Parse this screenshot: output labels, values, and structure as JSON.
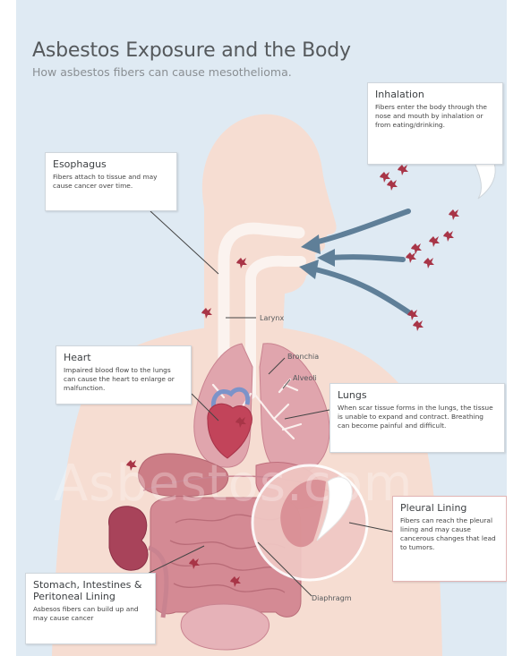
{
  "title": "Asbestos Exposure and the Body",
  "subtitle": "How asbestos fibers can cause mesothelioma.",
  "watermark": "Asbestos.com",
  "colors": {
    "background": "#dfeaf3",
    "skin": "#f6ddd2",
    "organ": "#d8909a",
    "organ_dark": "#bf6f7d",
    "arrow": "#5f7f98",
    "fiber": "#a83547"
  },
  "callouts": {
    "inhalation": {
      "title": "Inhalation",
      "text": "Fibers enter the body through the nose and mouth by inhalation or from eating/drinking."
    },
    "esophagus": {
      "title": "Esophagus",
      "text": "Fibers attach to tissue and may cause cancer over time."
    },
    "heart": {
      "title": "Heart",
      "text": "Impaired blood flow to the lungs can cause the heart to enlarge or malfunction."
    },
    "lungs": {
      "title": "Lungs",
      "text": "When scar tissue forms in the lungs, the tissue is unable to expand and contract. Breathing can become painful and difficult."
    },
    "pleural": {
      "title": "Pleural Lining",
      "text": "Fibers can reach the pleural lining and may cause cancerous changes that lead to tumors."
    },
    "stomach": {
      "title": "Stomach, Intestines & Peritoneal Lining",
      "text": "Asbesos fibers can build up and may cause cancer"
    }
  },
  "labels": {
    "larynx": "Larynx",
    "bronchia": "Bronchia",
    "alveoli": "Alveoli",
    "diaphragm": "Diaphragm"
  },
  "icons": {
    "fiber": "asbestos-fiber-icon",
    "arrow": "airflow-arrow-icon"
  }
}
